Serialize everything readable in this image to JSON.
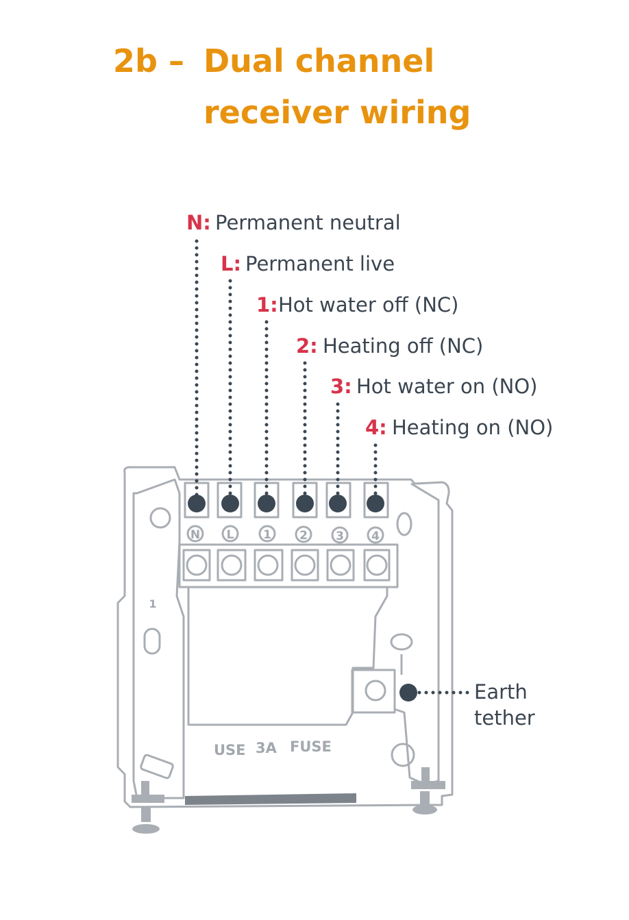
{
  "title": {
    "prefix": "2b –",
    "line1": "Dual channel",
    "line2": "receiver wiring"
  },
  "colors": {
    "title": "#E8930F",
    "terminal_key": "#D8334A",
    "text": "#3B4550",
    "device": "#A9AEB4",
    "connector_dot": "#3B4752"
  },
  "terminals": [
    {
      "key": "N:",
      "label": "Permanent neutral",
      "device_mark": "N"
    },
    {
      "key": "L:",
      "label": "Permanent live",
      "device_mark": "L"
    },
    {
      "key": "1:",
      "label": "Hot water off (NC)",
      "device_mark": "1"
    },
    {
      "key": "2:",
      "label": "Heating off (NC)",
      "device_mark": "2"
    },
    {
      "key": "3:",
      "label": "Hot water on (NO)",
      "device_mark": "3"
    },
    {
      "key": "4:",
      "label": "Heating on (NO)",
      "device_mark": "4"
    }
  ],
  "earth": {
    "line1": "Earth",
    "line2": "tether"
  },
  "device_text": {
    "side_mark": "1",
    "fuse1": "USE",
    "fuse2": "3A",
    "fuse3": "FUSE"
  }
}
